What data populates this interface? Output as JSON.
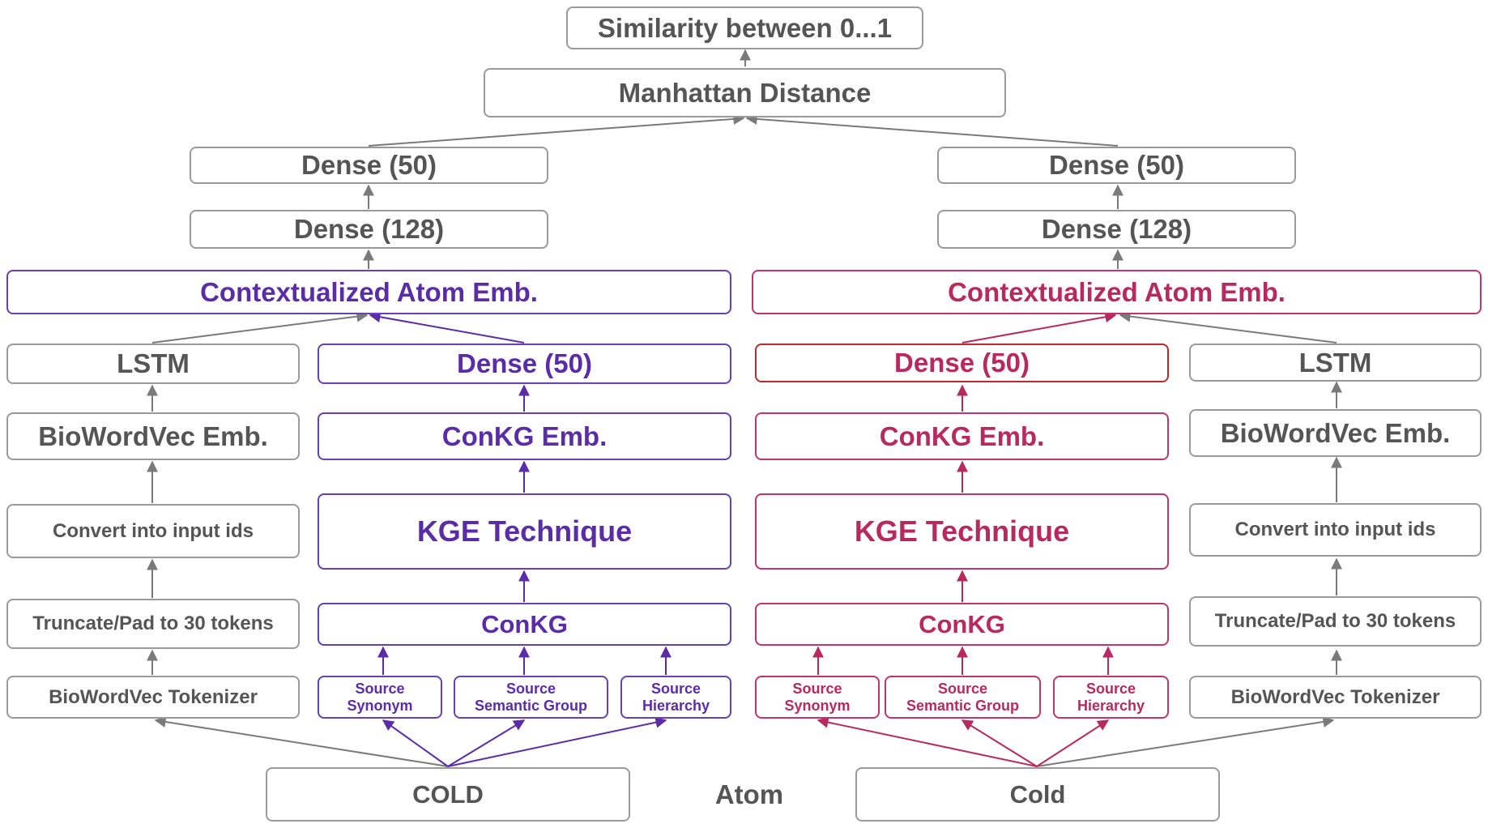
{
  "colors": {
    "gray": "#555555",
    "purple": "#5b2ca8",
    "pink": "#b8295f",
    "red_border": "#c0282d"
  },
  "top": {
    "similarity": "Similarity between 0...1",
    "manhattan": "Manhattan Distance"
  },
  "left_branch": {
    "dense50_top": "Dense (50)",
    "dense128": "Dense (128)",
    "contextualized": "Contextualized Atom Emb.",
    "lstm": "LSTM",
    "dense50": "Dense (50)",
    "biowordvec_emb": "BioWordVec Emb.",
    "conkg_emb": "ConKG Emb.",
    "convert_ids": "Convert into input ids",
    "kge": "KGE Technique",
    "truncate": "Truncate/Pad to 30 tokens",
    "conkg": "ConKG",
    "tokenizer": "BioWordVec Tokenizer",
    "source_synonym": [
      "Source",
      "Synonym"
    ],
    "source_semantic": [
      "Source",
      "Semantic Group"
    ],
    "source_hierarchy": [
      "Source",
      "Hierarchy"
    ],
    "input": "COLD"
  },
  "right_branch": {
    "dense50_top": "Dense (50)",
    "dense128": "Dense (128)",
    "contextualized": "Contextualized Atom Emb.",
    "dense50": "Dense (50)",
    "lstm": "LSTM",
    "conkg_emb": "ConKG Emb.",
    "biowordvec_emb": "BioWordVec Emb.",
    "kge": "KGE Technique",
    "convert_ids": "Convert into input ids",
    "conkg": "ConKG",
    "truncate": "Truncate/Pad to 30 tokens",
    "source_synonym": [
      "Source",
      "Synonym"
    ],
    "source_semantic": [
      "Source",
      "Semantic Group"
    ],
    "source_hierarchy": [
      "Source",
      "Hierarchy"
    ],
    "tokenizer": "BioWordVec Tokenizer",
    "input": "Cold"
  },
  "atom_label": "Atom"
}
